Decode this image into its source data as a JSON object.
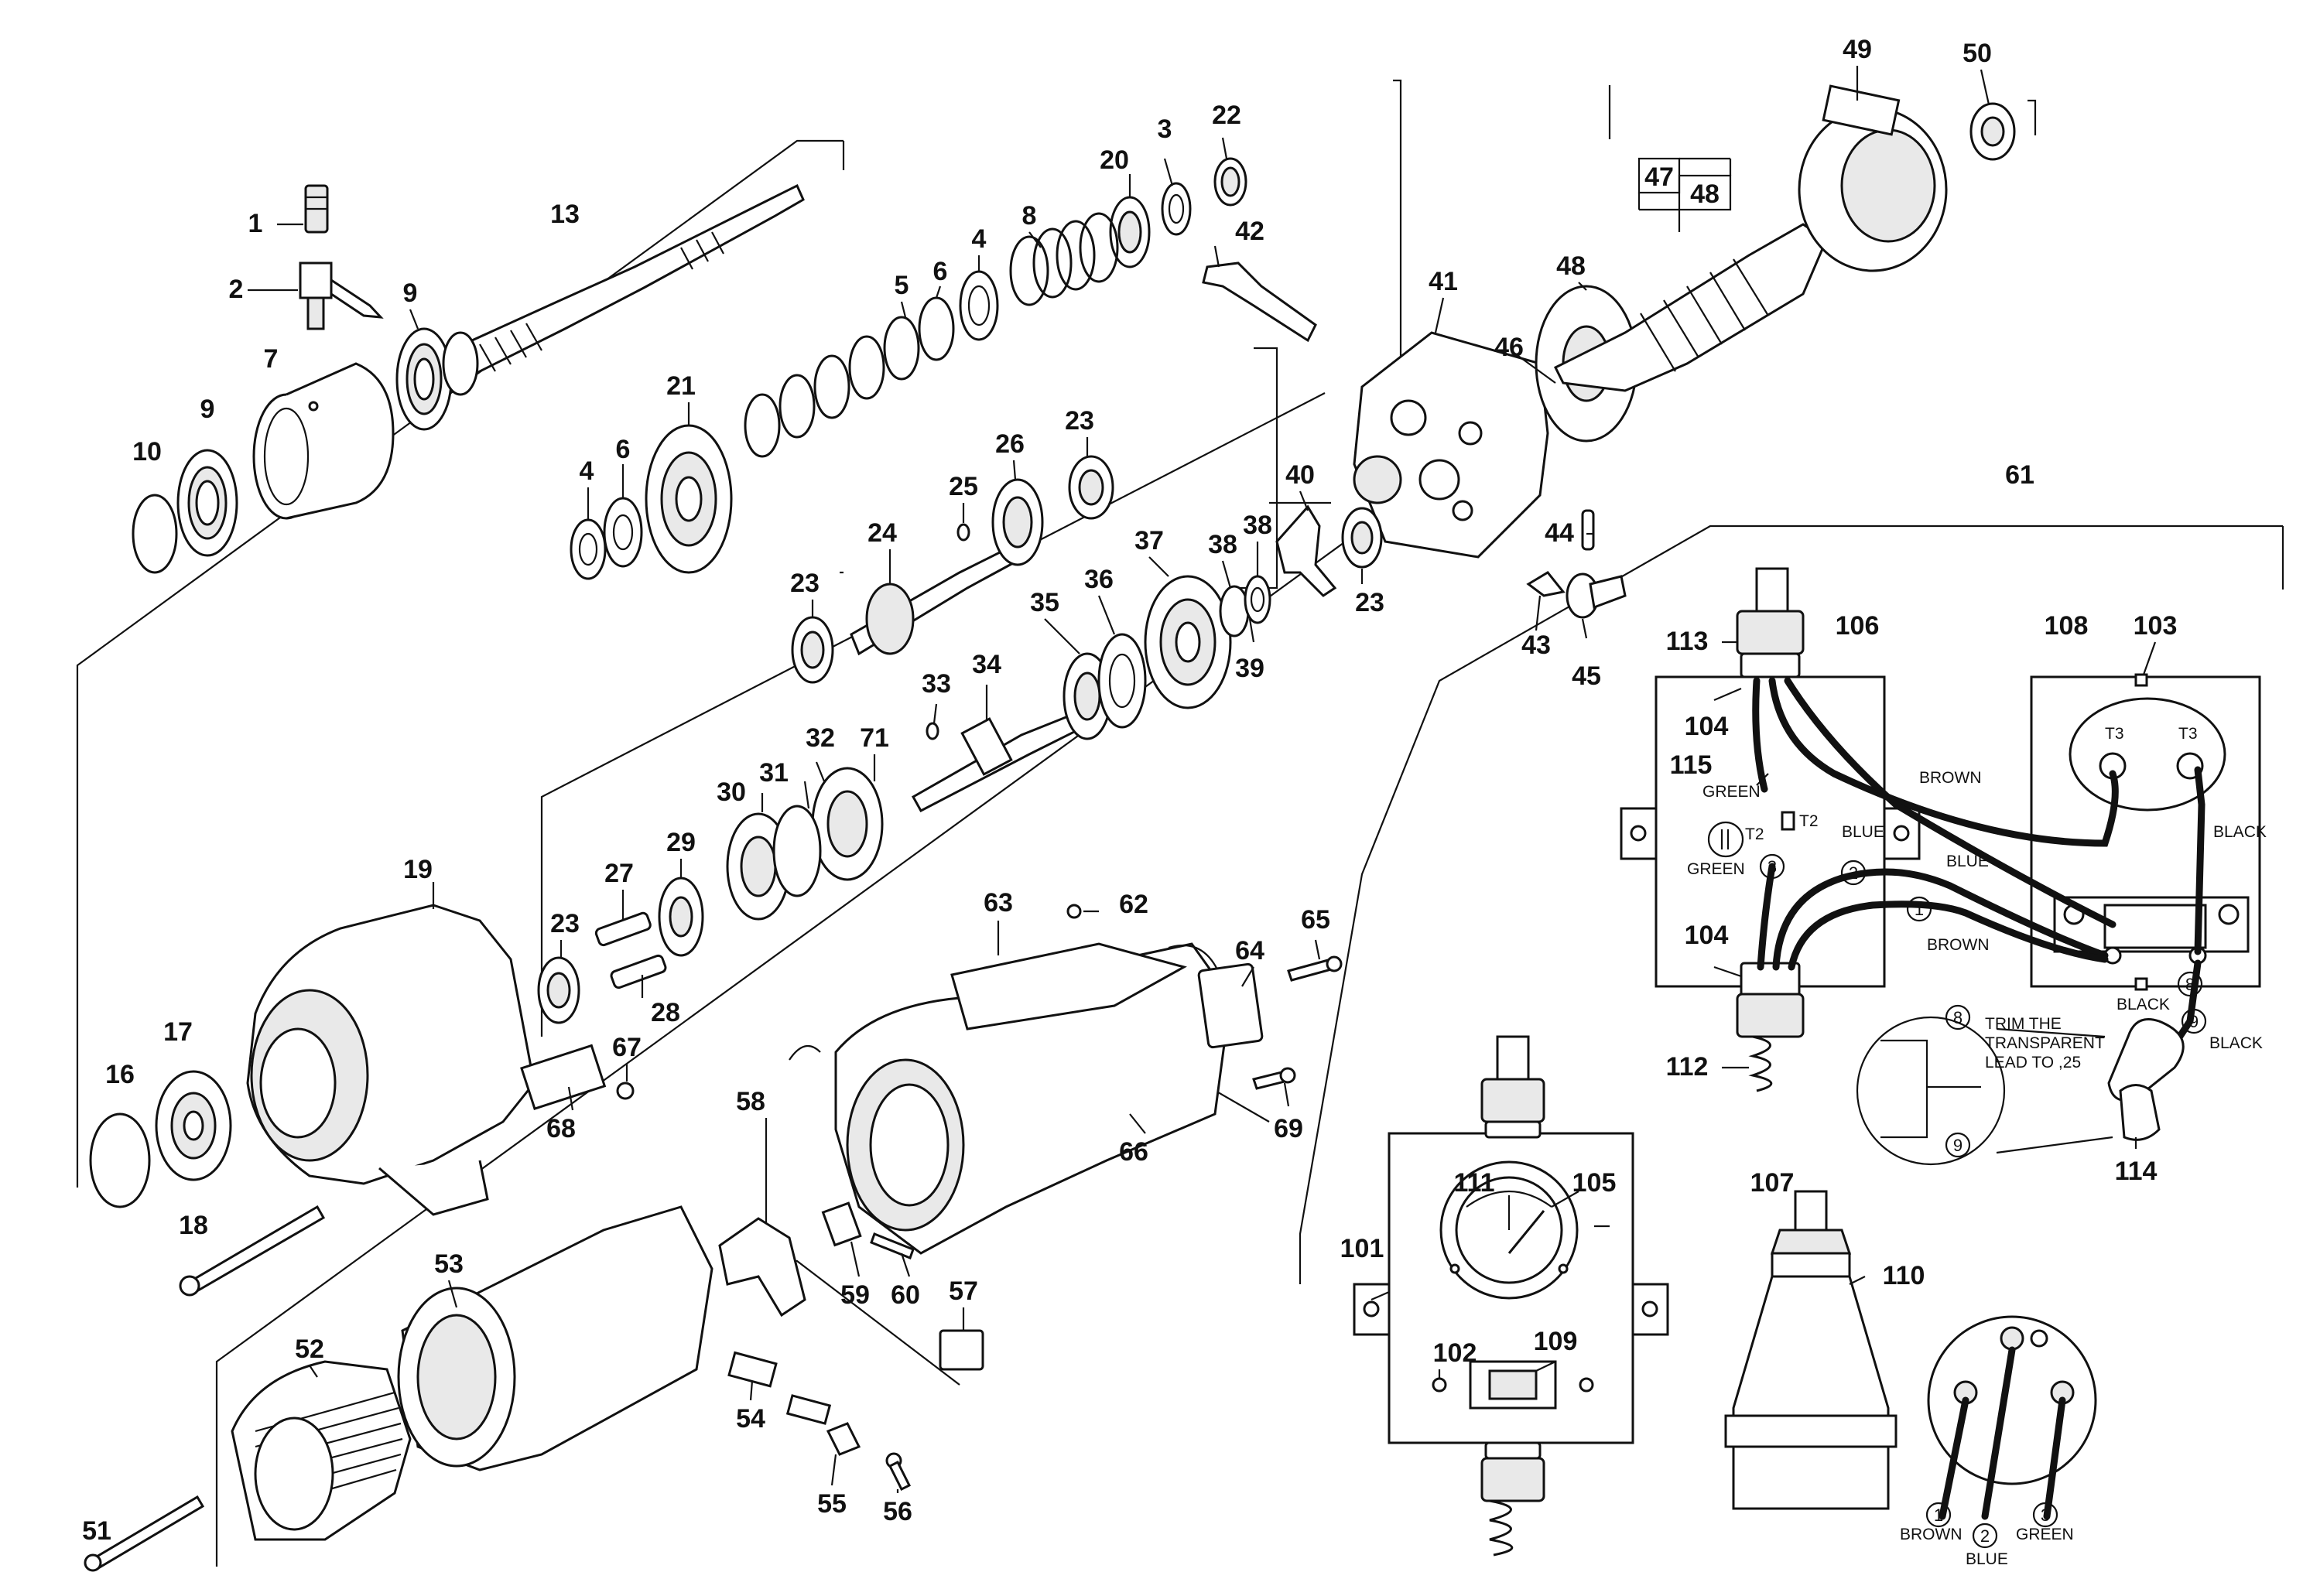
{
  "parts": [
    {
      "num": "1"
    },
    {
      "num": "2"
    },
    {
      "num": "3"
    },
    {
      "num": "4"
    },
    {
      "num": "4"
    },
    {
      "num": "5"
    },
    {
      "num": "6"
    },
    {
      "num": "6"
    },
    {
      "num": "7"
    },
    {
      "num": "8"
    },
    {
      "num": "9"
    },
    {
      "num": "9"
    },
    {
      "num": "10"
    },
    {
      "num": "13"
    },
    {
      "num": "16"
    },
    {
      "num": "17"
    },
    {
      "num": "18"
    },
    {
      "num": "19"
    },
    {
      "num": "20"
    },
    {
      "num": "21"
    },
    {
      "num": "22"
    },
    {
      "num": "23"
    },
    {
      "num": "23"
    },
    {
      "num": "23"
    },
    {
      "num": "23"
    },
    {
      "num": "24"
    },
    {
      "num": "25"
    },
    {
      "num": "26"
    },
    {
      "num": "27"
    },
    {
      "num": "28"
    },
    {
      "num": "29"
    },
    {
      "num": "30"
    },
    {
      "num": "31"
    },
    {
      "num": "32"
    },
    {
      "num": "33"
    },
    {
      "num": "34"
    },
    {
      "num": "35"
    },
    {
      "num": "36"
    },
    {
      "num": "37"
    },
    {
      "num": "38"
    },
    {
      "num": "38"
    },
    {
      "num": "39"
    },
    {
      "num": "40"
    },
    {
      "num": "41"
    },
    {
      "num": "42"
    },
    {
      "num": "43"
    },
    {
      "num": "44"
    },
    {
      "num": "45"
    },
    {
      "num": "46"
    },
    {
      "num": "47"
    },
    {
      "num": "48"
    },
    {
      "num": "48"
    },
    {
      "num": "49"
    },
    {
      "num": "50"
    },
    {
      "num": "51"
    },
    {
      "num": "52"
    },
    {
      "num": "53"
    },
    {
      "num": "54"
    },
    {
      "num": "55"
    },
    {
      "num": "56"
    },
    {
      "num": "57"
    },
    {
      "num": "58"
    },
    {
      "num": "59"
    },
    {
      "num": "60"
    },
    {
      "num": "61"
    },
    {
      "num": "62"
    },
    {
      "num": "63"
    },
    {
      "num": "64"
    },
    {
      "num": "65"
    },
    {
      "num": "66"
    },
    {
      "num": "67"
    },
    {
      "num": "68"
    },
    {
      "num": "69"
    },
    {
      "num": "71"
    },
    {
      "num": "101"
    },
    {
      "num": "102"
    },
    {
      "num": "103"
    },
    {
      "num": "104"
    },
    {
      "num": "104"
    },
    {
      "num": "105"
    },
    {
      "num": "106"
    },
    {
      "num": "107"
    },
    {
      "num": "108"
    },
    {
      "num": "109"
    },
    {
      "num": "110"
    },
    {
      "num": "111"
    },
    {
      "num": "112"
    },
    {
      "num": "113"
    },
    {
      "num": "114"
    },
    {
      "num": "115"
    }
  ],
  "wire_labels": {
    "brown_top": "BROWN",
    "blue_1": "BLUE",
    "blue_2": "BLUE",
    "brown_2": "BROWN",
    "black_1": "BLACK",
    "black_2": "BLACK",
    "black_3": "BLACK",
    "green_1": "GREEN",
    "green_2": "GREEN",
    "t2_1": "T2",
    "t2_2": "T2",
    "t3_1": "T3",
    "t3_2": "T3",
    "plug_brown": "BROWN",
    "plug_blue": "BLUE",
    "plug_green": "GREEN"
  },
  "circled": {
    "c1": "1",
    "c2": "2",
    "c3": "3",
    "c8": "8",
    "c9": "9",
    "d8": "8",
    "d9": "9",
    "p1": "1",
    "p2": "2",
    "p3": "3"
  },
  "note": {
    "line1": "TRIM THE",
    "line2": "TRANSPARENT",
    "line3": "LEAD TO ,25"
  }
}
